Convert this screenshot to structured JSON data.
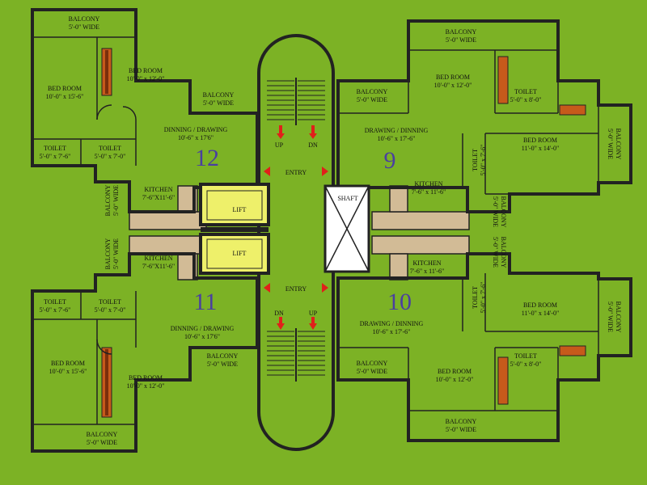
{
  "colors": {
    "background": "#7cb225",
    "purple_units": "#a9a1d3",
    "pink_units": "#f3c6e0",
    "core": "#eef06a",
    "corridor": "#d2bb96",
    "stair_brown": "#c65a1b",
    "entry_arrow": "#e0201a"
  },
  "flats": {
    "f12": "12",
    "f11": "11",
    "f9": "9",
    "f10": "10"
  },
  "rooms": {
    "r12": {
      "balcony_top_name": "BALCONY",
      "balcony_top_size": "5'-0\" WIDE",
      "bed1_name": "BED ROOM",
      "bed1_size": "10'-0\" x 15'-6\"",
      "bed2_name": "BED ROOM",
      "bed2_size": "10'-0\" x 12'-0\"",
      "balcony_mid_name": "BALCONY",
      "balcony_mid_size": "5'-0\" WIDE",
      "dining_name": "DINNING / DRAWING",
      "dining_size": "10'-6\" x 17'6\"",
      "toilet1_name": "TOILET",
      "toilet1_size": "5'-0\" x 7'-6\"",
      "toilet2_name": "TOILET",
      "toilet2_size": "5'-0\" x 7'-0\"",
      "kitchen_name": "KITCHEN",
      "kitchen_size": "7'-6\"X11'-6\"",
      "balcony_side_name": "BALCONY",
      "balcony_side_size": "5'-0\" WIDE"
    },
    "r11": {
      "balcony_side_name": "BALCONY",
      "balcony_side_size": "5'-0\" WIDE",
      "kitchen_name": "KITCHEN",
      "kitchen_size": "7'-6\"X11'-6\"",
      "toilet1_name": "TOILET",
      "toilet1_size": "5'-0\" x 7'-6\"",
      "toilet2_name": "TOILET",
      "toilet2_size": "5'-0\" x 7'-0\"",
      "dining_name": "DINNING / DRAWING",
      "dining_size": "10'-6\" x 17'6\"",
      "balcony_mid_name": "BALCONY",
      "balcony_mid_size": "5'-0\" WIDE",
      "bed1_name": "BED ROOM",
      "bed1_size": "10'-0\" x 15'-6\"",
      "bed2_name": "BED ROOM",
      "bed2_size": "10'-0\" x 12'-0\"",
      "balcony_bot_name": "BALCONY",
      "balcony_bot_size": "5'-0\" WIDE"
    },
    "r9": {
      "balcony_top_name": "BALCONY",
      "balcony_top_size": "5'-0\" WIDE",
      "bed1_name": "BED ROOM",
      "bed1_size": "10'-0\" x 12'-0\"",
      "balcony_mid_name": "BALCONY",
      "balcony_mid_size": "5'-0\" WIDE",
      "toilet1_name": "TOILET",
      "toilet1_size": "5'-0\" x 8'-0\"",
      "drawing_name": "DRAWING / DINNING",
      "drawing_size": "10'-6\" x 17'-6\"",
      "bed2_name": "BED ROOM",
      "bed2_size": "11'-0\" x 14'-0\"",
      "balcony_right_name": "BALCONY",
      "balcony_right_size": "5'-0\" WIDE",
      "toilet2_name": "TOILET",
      "toilet2_size": "5'-0\" x 7'-6\"",
      "kitchen_name": "KITCHEN",
      "kitchen_size": "7'-6\" x 11'-6\"",
      "balcony_k_name": "BALCONY",
      "balcony_k_size": "5'-0\" WIDE"
    },
    "r10": {
      "balcony_k_name": "BALCONY",
      "balcony_k_size": "5'-0\" WIDE",
      "kitchen_name": "KITCHEN",
      "kitchen_size": "7'-6\" x 11'-6\"",
      "toilet2_name": "TOILET",
      "toilet2_size": "5'-0\" x 7'-6\"",
      "bed2_name": "BED ROOM",
      "bed2_size": "11'-0\" x 14'-0\"",
      "balcony_right_name": "BALCONY",
      "balcony_right_size": "5'-0\" WIDE",
      "drawing_name": "DRAWING / DINNING",
      "drawing_size": "10'-6\" x 17'-6\"",
      "balcony_mid_name": "BALCONY",
      "balcony_mid_size": "5'-0\" WIDE",
      "toilet1_name": "TOILET",
      "toilet1_size": "5'-0\" x 8'-0\"",
      "bed1_name": "BED ROOM",
      "bed1_size": "10'-0\" x 12'-0\"",
      "balcony_bot_name": "BALCONY",
      "balcony_bot_size": "5'-0\" WIDE"
    }
  },
  "core": {
    "up_top": "UP",
    "dn_top": "DN",
    "entry_top": "ENTRY",
    "lift1": "LIFT",
    "lift2": "LIFT",
    "shaft": "SHAFT",
    "entry_bottom": "ENTRY",
    "dn_bottom": "DN",
    "up_bottom": "UP"
  }
}
